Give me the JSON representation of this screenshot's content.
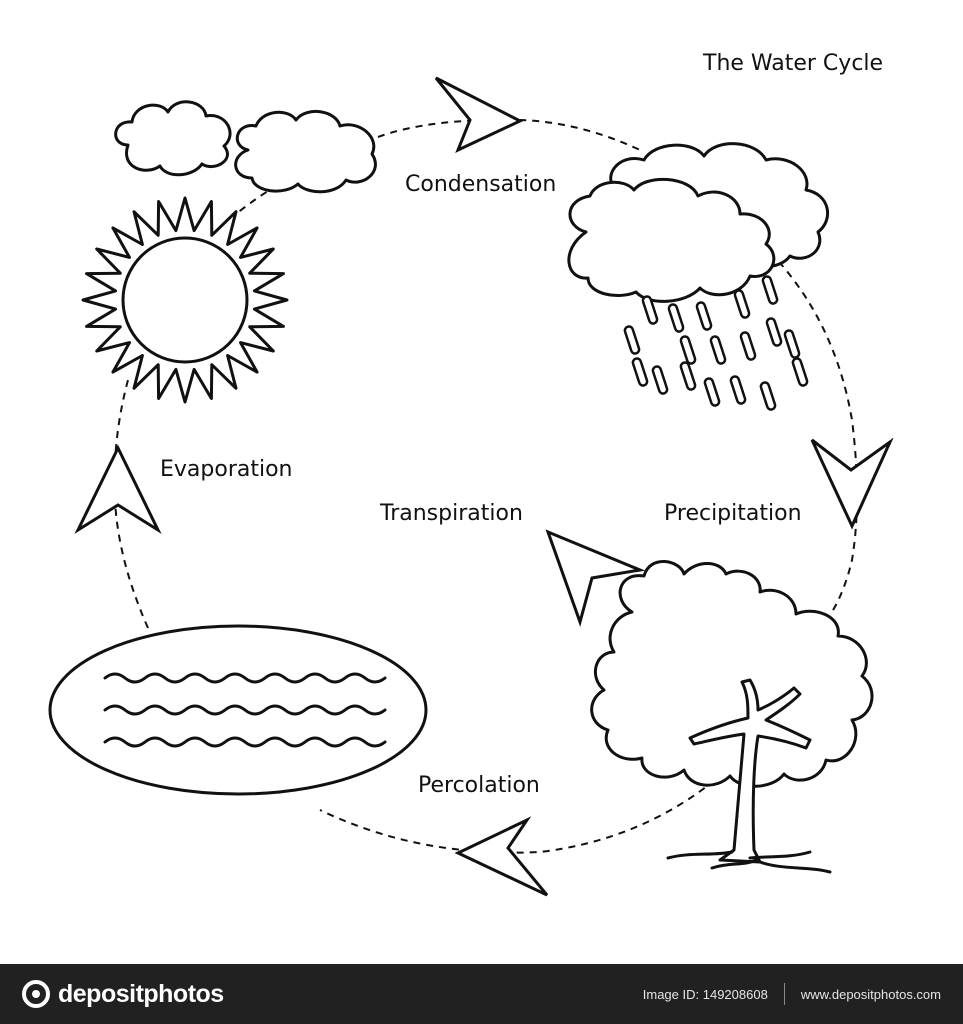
{
  "diagram": {
    "title": "The Water Cycle",
    "labels": {
      "condensation": "Condensation",
      "evaporation": "Evaporation",
      "transpiration": "Transpiration",
      "precipitation": "Precipitation",
      "percolation": "Percolation"
    },
    "colors": {
      "ink": "#111111",
      "background": "#ffffff"
    }
  },
  "footer": {
    "logo": "depositphotos",
    "image_id": "Image ID: 149208608",
    "url": "www.depositphotos.com",
    "background": "#212121"
  }
}
